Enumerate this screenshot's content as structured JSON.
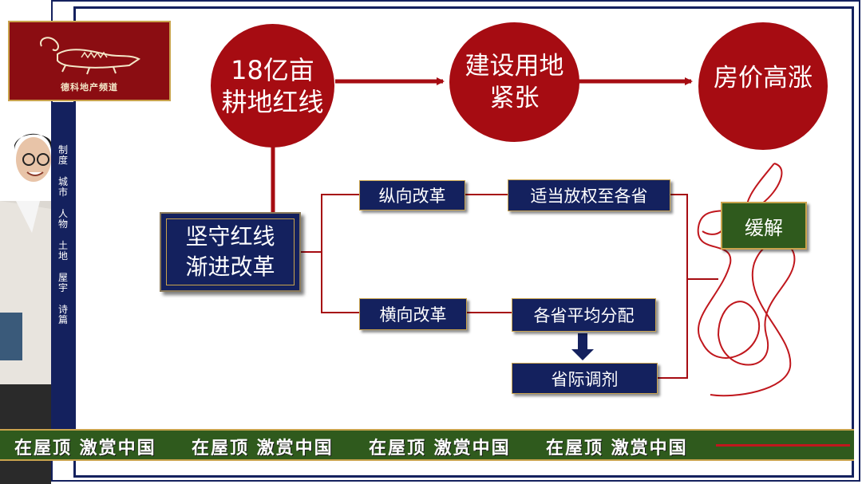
{
  "logo": {
    "text": "德科地产频道",
    "icon": "crocodile-icon"
  },
  "side_nav": [
    "制度",
    "城市",
    "人物",
    "土地",
    "屋宇",
    "诗篇"
  ],
  "top_circles": [
    {
      "line1": "18亿亩",
      "line2": "耕地红线"
    },
    {
      "line1": "建设用地",
      "line2": "紧张"
    },
    {
      "line1": "房价高涨",
      "line2": ""
    }
  ],
  "main_box": {
    "line1": "坚守红线",
    "line2": "渐进改革"
  },
  "reforms": {
    "vertical": "纵向改革",
    "horizontal": "横向改革"
  },
  "outcomes": {
    "delegate": "适当放权至各省",
    "allocate": "各省平均分配",
    "adjust": "省际调剂"
  },
  "relieve": "缓解",
  "banner": [
    "在屋顶 激赏中国",
    "在屋顶 激赏中国",
    "在屋顶 激赏中国",
    "在屋顶 激赏中国"
  ],
  "colors": {
    "navy": "#14215e",
    "red": "#a60c12",
    "green": "#2f5a1d",
    "gold": "#c9a34d"
  }
}
